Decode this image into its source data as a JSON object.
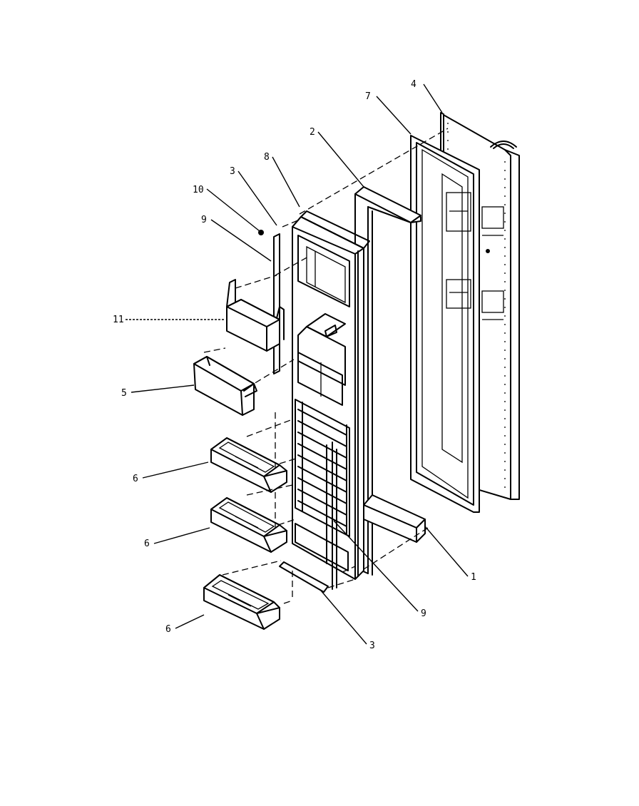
{
  "callouts": {
    "c1": "1",
    "c2": "2",
    "c3a": "3",
    "c3b": "3",
    "c4": "4",
    "c5": "5",
    "c6a": "6",
    "c6b": "6",
    "c6c": "6",
    "c7": "7",
    "c8": "8",
    "c9a": "9",
    "c9b": "9",
    "c10": "10",
    "c11": "11"
  }
}
